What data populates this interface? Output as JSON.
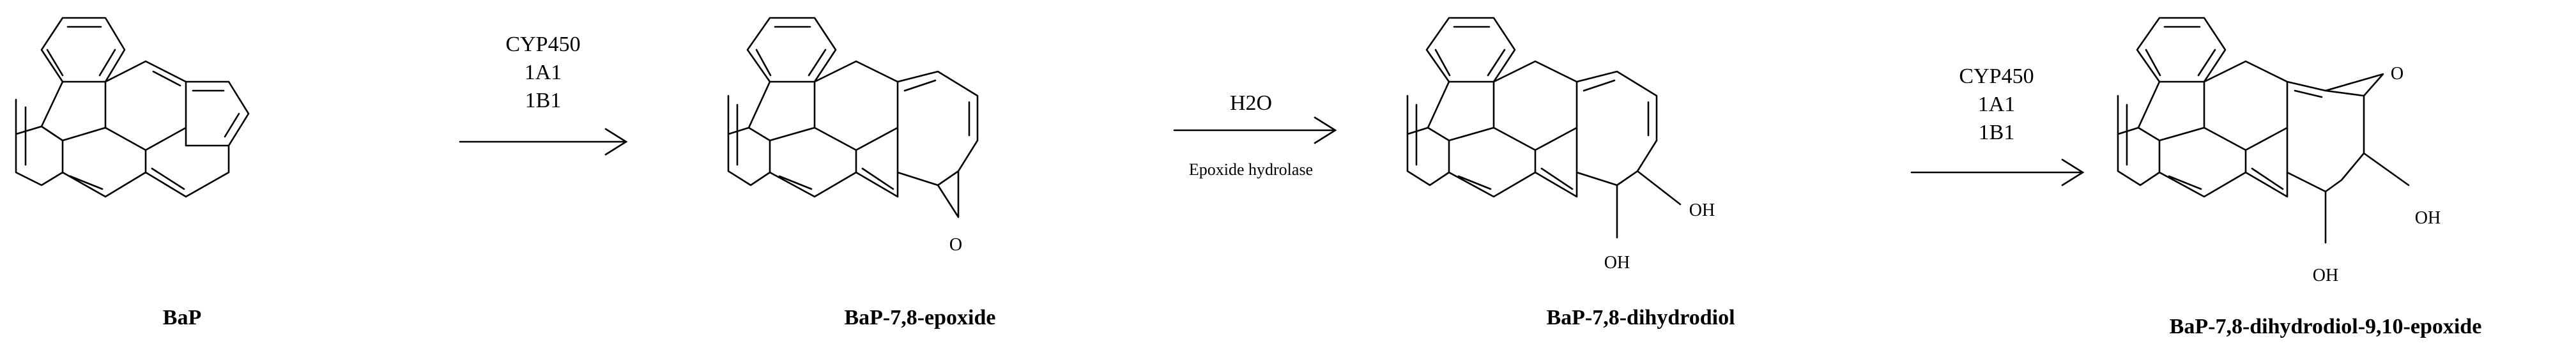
{
  "compounds": [
    {
      "id": "bap",
      "name": "BaP"
    },
    {
      "id": "epoxide",
      "name": "BaP-7,8-epoxide",
      "epoxide_o": "O"
    },
    {
      "id": "dihydrodiol",
      "name": "BaP-7,8-dihydrodiol",
      "oh1": "OH",
      "oh2": "OH"
    },
    {
      "id": "diol-epoxide",
      "name": "BaP-7,8-dihydrodiol-9,10-epoxide",
      "epoxide_o": "O",
      "oh1": "OH",
      "oh2": "OH"
    }
  ],
  "steps": [
    {
      "id": "step1",
      "above": [
        "CYP450",
        "1A1",
        "1B1"
      ],
      "below": ""
    },
    {
      "id": "step2",
      "above": [
        "H2O"
      ],
      "below": "Epoxide hydrolase"
    },
    {
      "id": "step3",
      "above": [
        "CYP450",
        "1A1",
        "1B1"
      ],
      "below": ""
    }
  ]
}
